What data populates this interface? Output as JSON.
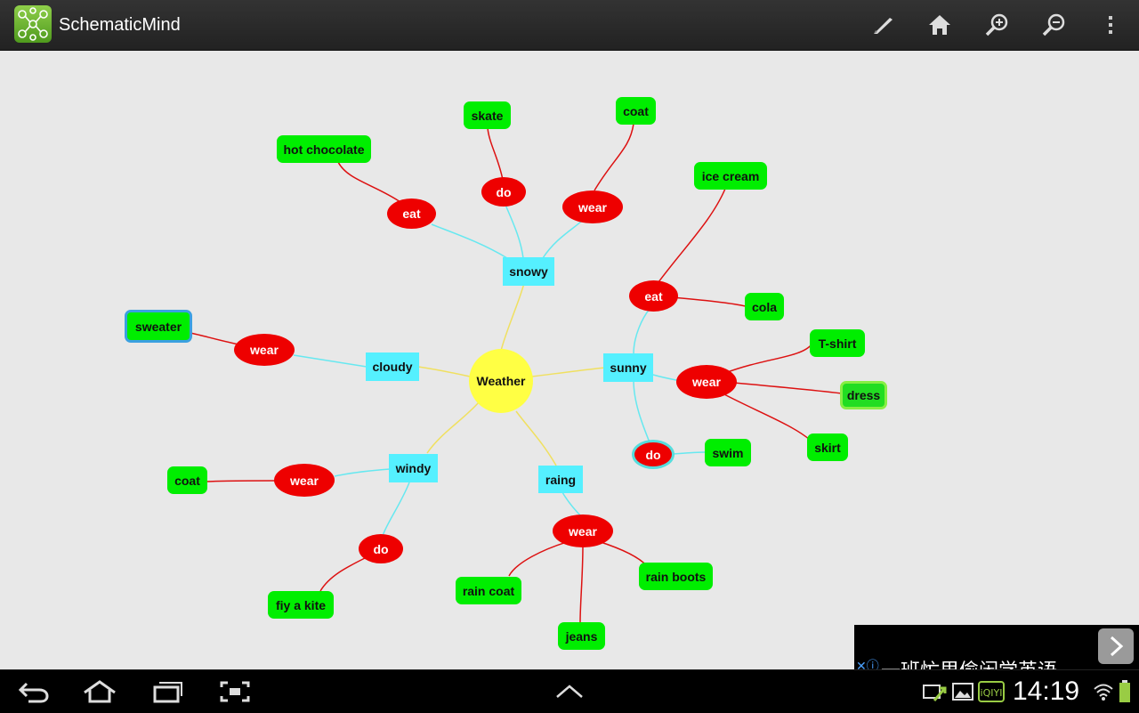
{
  "app": {
    "title": "SchematicMind"
  },
  "toolbar": {
    "icons": [
      "pen-icon",
      "home-icon",
      "zoom-in-icon",
      "zoom-out-icon",
      "overflow-menu-icon"
    ]
  },
  "mindmap": {
    "center": "Weather",
    "categories": {
      "snowy": "snowy",
      "sunny": "sunny",
      "cloudy": "cloudy",
      "windy": "windy",
      "raing": "raing"
    },
    "actions": {
      "snowy_eat": "eat",
      "snowy_do": "do",
      "snowy_wear": "wear",
      "sunny_eat": "eat",
      "sunny_wear": "wear",
      "sunny_do": "do",
      "cloudy_wear": "wear",
      "windy_wear": "wear",
      "windy_do": "do",
      "raing_wear": "wear"
    },
    "leaves": {
      "hot_chocolate": "hot chocolate",
      "skate": "skate",
      "coat_snowy": "coat",
      "ice_cream": "ice cream",
      "cola": "cola",
      "tshirt": "T-shirt",
      "dress": "dress",
      "skirt": "skirt",
      "swim": "swim",
      "sweater": "sweater",
      "coat_windy": "coat",
      "fly_kite": "fiy a kite",
      "rain_coat": "rain coat",
      "rain_boots": "rain boots",
      "jeans": "jeans"
    }
  },
  "ad": {
    "text": "一班忙里偷闲学英语"
  },
  "status": {
    "time": "14:19"
  },
  "colors": {
    "leaf": "#00ee00",
    "action": "#ee0000",
    "category": "#55f0ff",
    "center": "#ffff44",
    "centerLine": "#f0e060",
    "categoryLine": "#66e8f0",
    "actionLine": "#dd1111"
  }
}
